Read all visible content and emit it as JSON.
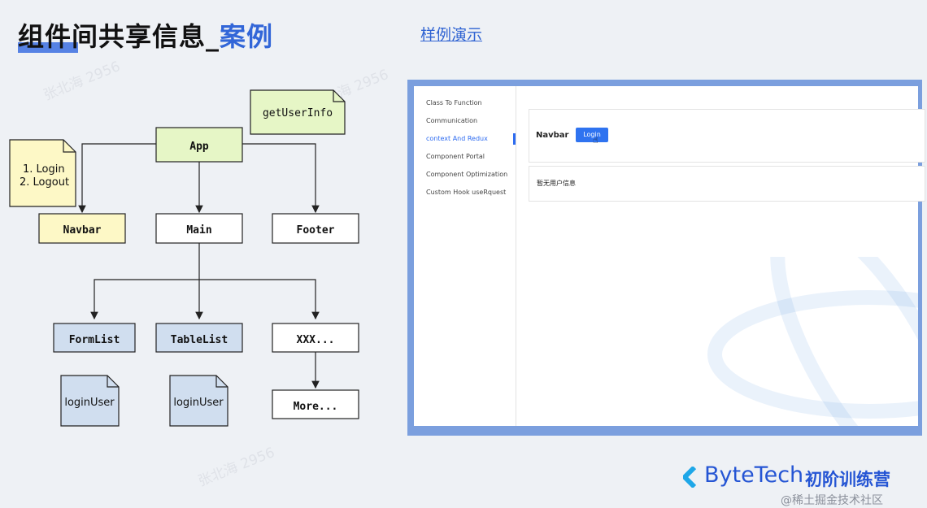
{
  "header": {
    "title_main": "组件间共享信息_",
    "title_accent": "案例",
    "demo_link": "样例演示"
  },
  "diagram": {
    "app": "App",
    "get_user_info": "getUserInfo",
    "note_login": "1. Login",
    "note_logout": "2. Logout",
    "navbar": "Navbar",
    "main": "Main",
    "footer": "Footer",
    "formlist": "FormList",
    "tablelist": "TableList",
    "xxx": "XXX...",
    "more": "More...",
    "login_user_1": "loginUser",
    "login_user_2": "loginUser"
  },
  "demo": {
    "nav": [
      "Class To Function",
      "Communication",
      "context And Redux",
      "Component Portal",
      "Component Optimization",
      "Custom Hook useRquest"
    ],
    "active_index": 2,
    "navbar_label": "Navbar",
    "login_button": "Login",
    "no_user_text": "暂无用户信息"
  },
  "brand": {
    "name": "ByteTech",
    "name_cn": "初阶训练营",
    "credit": "@稀土掘金技术社区"
  },
  "colors": {
    "accent": "#3266d8",
    "yellow_box": "#fdf8c6",
    "green_box": "#e6f6c6",
    "blue_box": "#d0deef"
  }
}
